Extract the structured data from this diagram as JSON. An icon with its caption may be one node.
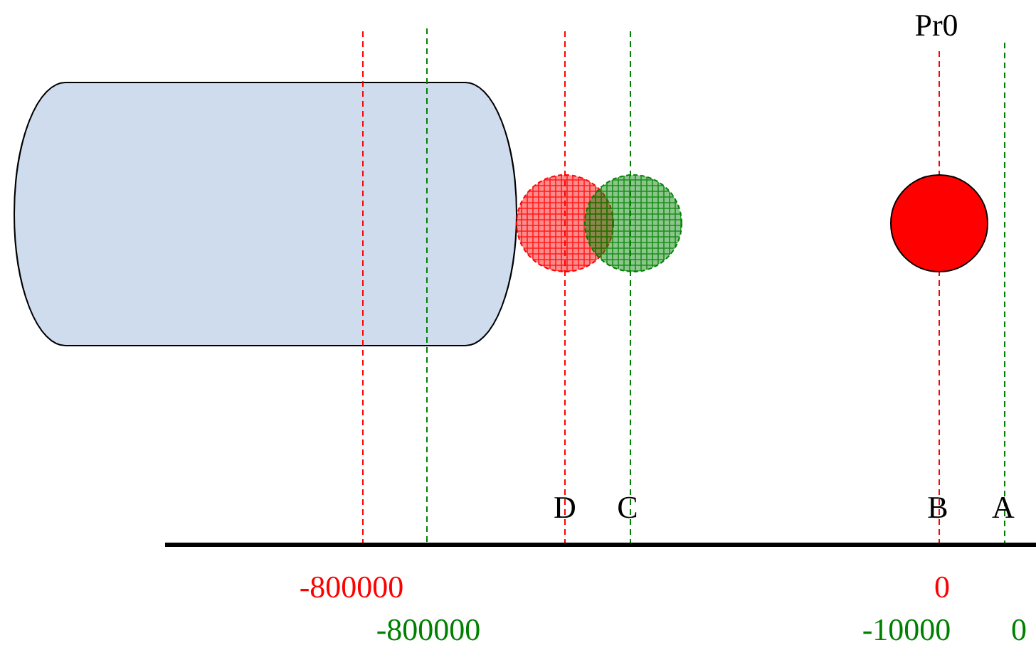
{
  "diagram": {
    "nodes": [
      {
        "text": [],
        "shape": "cylinder"
      },
      {
        "text": [],
        "shape": "circle"
      },
      {
        "text": [],
        "shape": "circle"
      },
      {
        "text": [],
        "shape": "circle"
      }
    ],
    "labels": [
      "Pr0",
      "D",
      "C",
      "B",
      "A",
      "-800000",
      "0",
      "-800000",
      "-10000",
      "0"
    ]
  }
}
